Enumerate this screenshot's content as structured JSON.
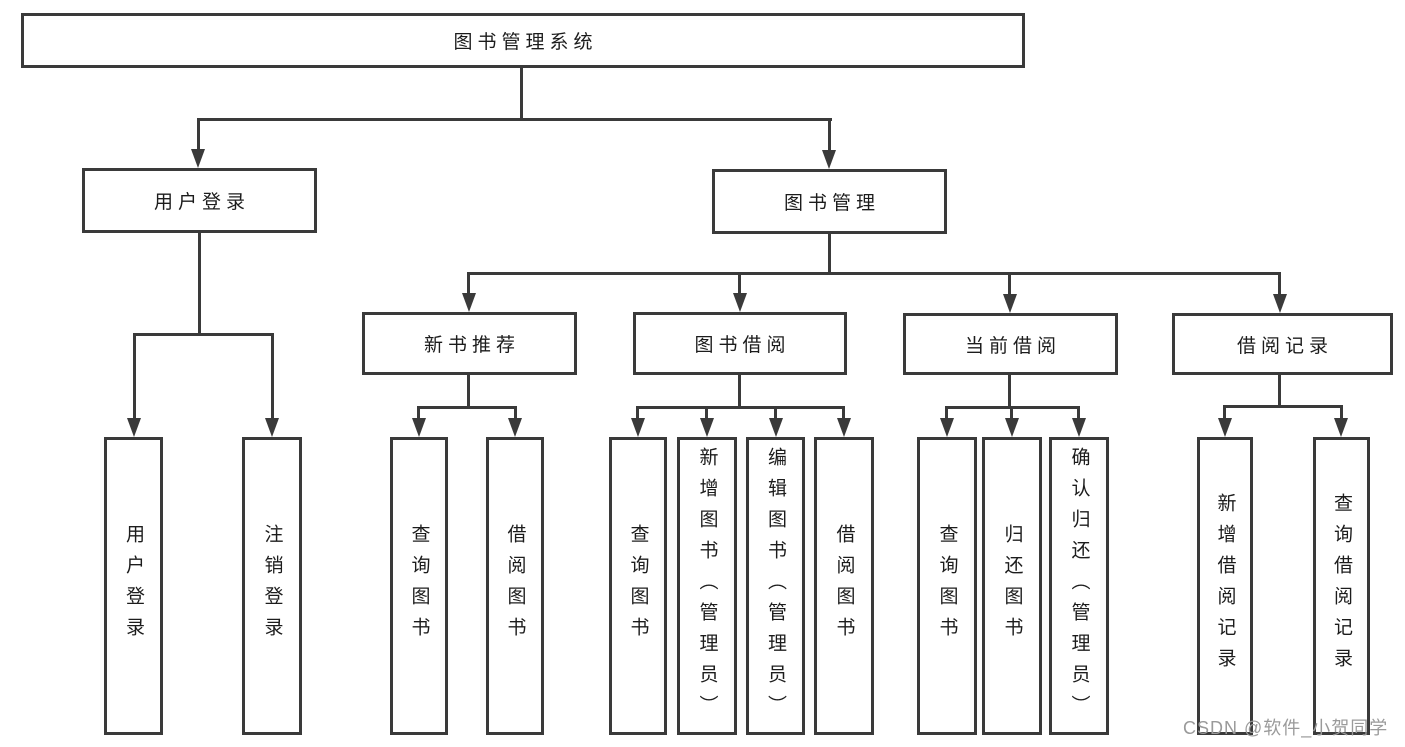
{
  "tree": {
    "root": {
      "label": "图书管理系统"
    },
    "branches": [
      {
        "label": "用户登录",
        "children": [
          {
            "label": "用户登录"
          },
          {
            "label": "注销登录"
          }
        ]
      },
      {
        "label": "图书管理",
        "children": [
          {
            "label": "新书推荐",
            "children": [
              {
                "label": "查询图书"
              },
              {
                "label": "借阅图书"
              }
            ]
          },
          {
            "label": "图书借阅",
            "children": [
              {
                "label": "查询图书"
              },
              {
                "label": "新增图书（管理员）"
              },
              {
                "label": "编辑图书（管理员）"
              },
              {
                "label": "借阅图书"
              }
            ]
          },
          {
            "label": "当前借阅",
            "children": [
              {
                "label": "查询图书"
              },
              {
                "label": "归还图书"
              },
              {
                "label": "确认归还（管理员）"
              }
            ]
          },
          {
            "label": "借阅记录",
            "children": [
              {
                "label": "新增借阅记录"
              },
              {
                "label": "查询借阅记录"
              }
            ]
          }
        ]
      }
    ]
  },
  "watermark": "CSDN @软件_小贺同学",
  "colors": {
    "line": "#3a3a3a",
    "text": "#1c1c1c",
    "watermark": "#9a9a9a",
    "background": "#ffffff"
  }
}
